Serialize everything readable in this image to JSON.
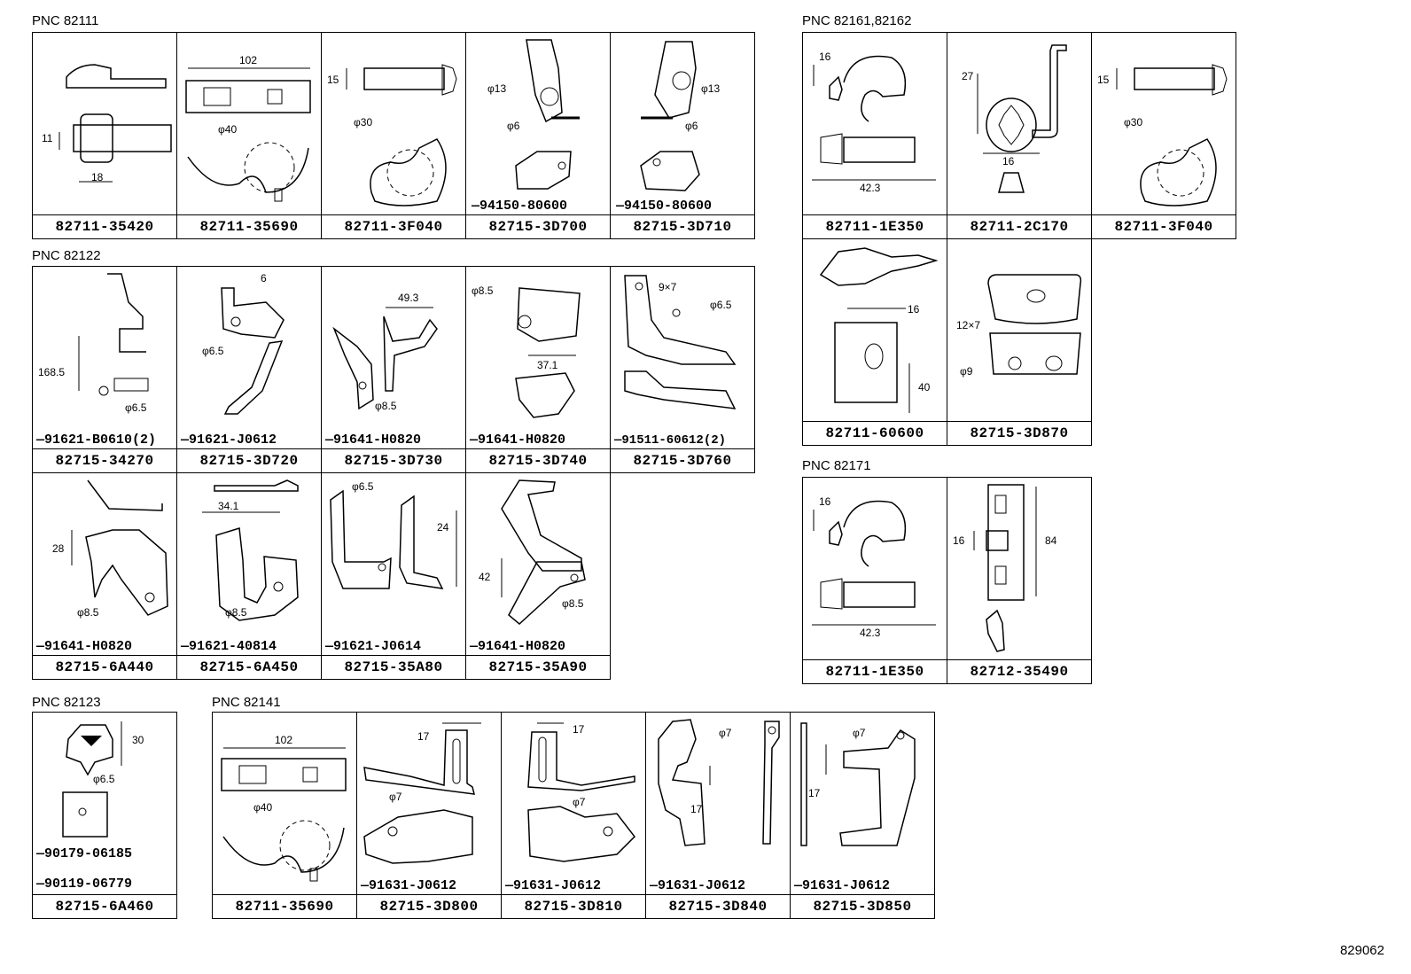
{
  "diagram_id": "829062",
  "groups": [
    {
      "label": "PNC 82111"
    },
    {
      "label": "PNC 82122"
    },
    {
      "label": "PNC 82123"
    },
    {
      "label": "PNC 82141"
    },
    {
      "label": "PNC 82161,82162"
    },
    {
      "label": "PNC 82171"
    }
  ],
  "cells": [
    {
      "part": "82711-35420",
      "sub": "",
      "dims": [
        "11",
        "18"
      ]
    },
    {
      "part": "82711-35690",
      "sub": "",
      "dims": [
        "102",
        "φ40"
      ]
    },
    {
      "part": "82711-3F040",
      "sub": "",
      "dims": [
        "15",
        "φ30"
      ]
    },
    {
      "part": "82715-3D700",
      "sub": "—94150-80600",
      "dims": [
        "φ13",
        "φ6"
      ]
    },
    {
      "part": "82715-3D710",
      "sub": "—94150-80600",
      "dims": [
        "φ13",
        "φ6"
      ]
    },
    {
      "part": "82715-34270",
      "sub": "—91621-B0610(2)",
      "dims": [
        "168.5",
        "φ6.5"
      ]
    },
    {
      "part": "82715-3D720",
      "sub": "—91621-J0612",
      "dims": [
        "6",
        "φ6.5"
      ]
    },
    {
      "part": "82715-3D730",
      "sub": "—91641-H0820",
      "dims": [
        "49.3",
        "φ8.5"
      ]
    },
    {
      "part": "82715-3D740",
      "sub": "—91641-H0820",
      "dims": [
        "φ8.5",
        "37.1"
      ]
    },
    {
      "part": "82715-3D760",
      "sub": "—91511-60612(2)",
      "dims": [
        "9×7",
        "φ6.5"
      ]
    },
    {
      "part": "82715-6A440",
      "sub": "—91641-H0820",
      "dims": [
        "28",
        "φ8.5"
      ]
    },
    {
      "part": "82715-6A450",
      "sub": "—91621-40814",
      "dims": [
        "34.1",
        "φ8.5"
      ]
    },
    {
      "part": "82715-35A80",
      "sub": "—91621-J0614",
      "dims": [
        "φ6.5",
        "24"
      ]
    },
    {
      "part": "82715-35A90",
      "sub": "—91641-H0820",
      "dims": [
        "42",
        "φ8.5"
      ]
    },
    {
      "part": "82715-6A460",
      "sub": "—90179-06185",
      "sub2": "—90119-06779",
      "dims": [
        "30",
        "φ6.5"
      ]
    },
    {
      "part": "82711-35690",
      "sub": "",
      "dims": [
        "102",
        "φ40"
      ]
    },
    {
      "part": "82715-3D800",
      "sub": "—91631-J0612",
      "dims": [
        "17",
        "φ7"
      ]
    },
    {
      "part": "82715-3D810",
      "sub": "—91631-J0612",
      "dims": [
        "17",
        "φ7"
      ]
    },
    {
      "part": "82715-3D840",
      "sub": "—91631-J0612",
      "dims": [
        "φ7",
        "17"
      ]
    },
    {
      "part": "82715-3D850",
      "sub": "—91631-J0612",
      "dims": [
        "φ7",
        "17"
      ]
    },
    {
      "part": "82711-1E350",
      "sub": "",
      "dims": [
        "16",
        "42.3"
      ]
    },
    {
      "part": "82711-2C170",
      "sub": "",
      "dims": [
        "27",
        "16"
      ]
    },
    {
      "part": "82711-3F040",
      "sub": "",
      "dims": [
        "15",
        "φ30"
      ]
    },
    {
      "part": "82711-60600",
      "sub": "",
      "dims": [
        "16",
        "40"
      ]
    },
    {
      "part": "82715-3D870",
      "sub": "",
      "dims": [
        "12×7",
        "φ9"
      ]
    },
    {
      "part": "82711-1E350",
      "sub": "",
      "dims": [
        "16",
        "42.3"
      ]
    },
    {
      "part": "82712-35490",
      "sub": "",
      "dims": [
        "16",
        "84"
      ]
    }
  ]
}
